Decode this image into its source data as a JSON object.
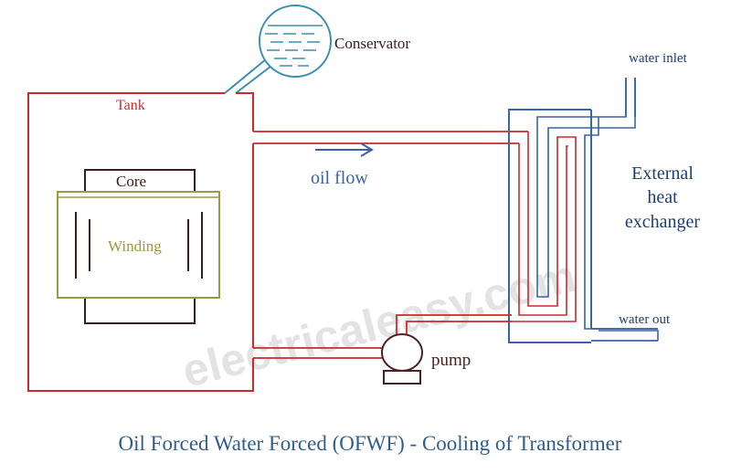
{
  "labels": {
    "conservator": "Conservator",
    "tank": "Tank",
    "core": "Core",
    "winding": "Winding",
    "oil_flow": "oil flow",
    "water_inlet": "water inlet",
    "water_out": "water out",
    "heat_exchanger_line1": "External",
    "heat_exchanger_line2": "heat",
    "heat_exchanger_line3": "exchanger",
    "pump": "pump"
  },
  "caption": "Oil Forced Water Forced (OFWF) - Cooling of Transformer",
  "watermark": "electricaleasy.com",
  "colors": {
    "tank_red": "#cc2a2a",
    "water_blue": "#3a63a8",
    "conservator_teal": "#3a8fb0",
    "core_dark": "#3c1c1c",
    "winding_olive": "#9a9a40",
    "pump_brown": "#4a2222",
    "caption_blue": "#2e5d8f",
    "heat_label_blue": "#1f3f74"
  },
  "icons": {
    "flow_direction": "arrow-right-icon"
  }
}
